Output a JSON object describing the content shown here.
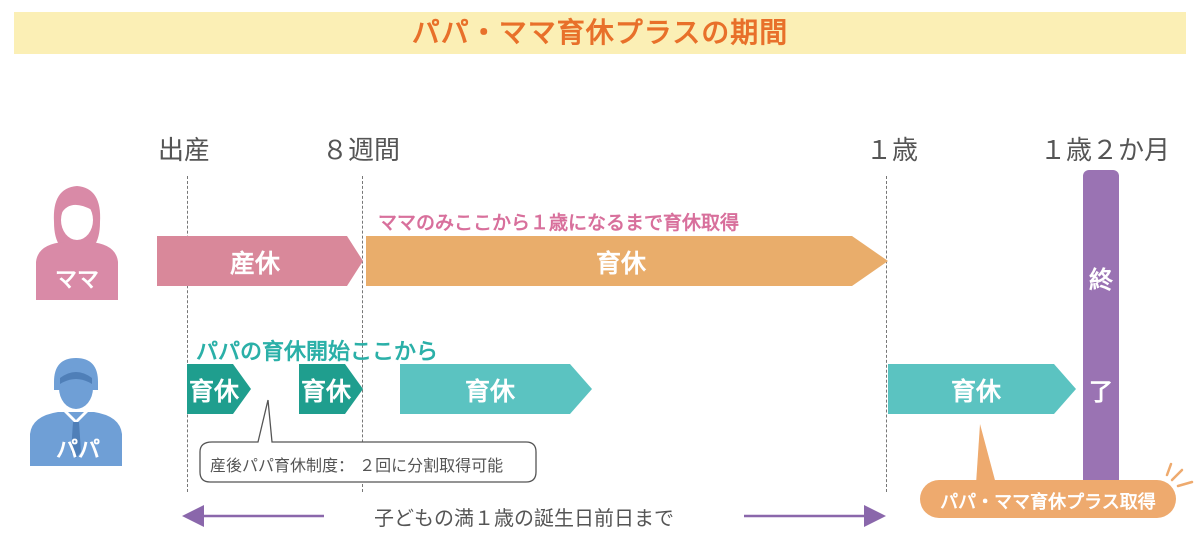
{
  "title": "パパ・ママ育休プラスの期間",
  "milestones": {
    "birth": "出産",
    "week8": "８週間",
    "age1": "１歳",
    "age1m2": "１歳２か月"
  },
  "mama": {
    "label": "ママ",
    "maternity_leave": "産休",
    "childcare_leave": "育休",
    "note": "ママのみここから１歳になるまで育休取得"
  },
  "papa": {
    "label": "パパ",
    "note": "パパの育休開始ここから",
    "leave_1": "育休",
    "leave_2": "育休",
    "leave_3": "育休",
    "leave_4": "育休",
    "callout": "産後パパ育休制度： ２回に分割取得可能"
  },
  "end_bar": {
    "char_1": "終",
    "char_2": "了"
  },
  "span_text": "子どもの満１歳の誕生日前日まで",
  "plus_badge": "パパ・ママ育休プラス取得",
  "colors": {
    "title_bg": "#fbefb5",
    "title_text": "#e8702a",
    "mama_pink": "#d9889a",
    "mama_orange": "#e9ad6b",
    "papa_teal_dark": "#1f9e8e",
    "papa_teal": "#5bc3c1",
    "end_purple": "#9a73b3",
    "plus_orange": "#eeaa6e",
    "mama_icon": "#d98aa7",
    "papa_icon": "#6f9fd6"
  }
}
